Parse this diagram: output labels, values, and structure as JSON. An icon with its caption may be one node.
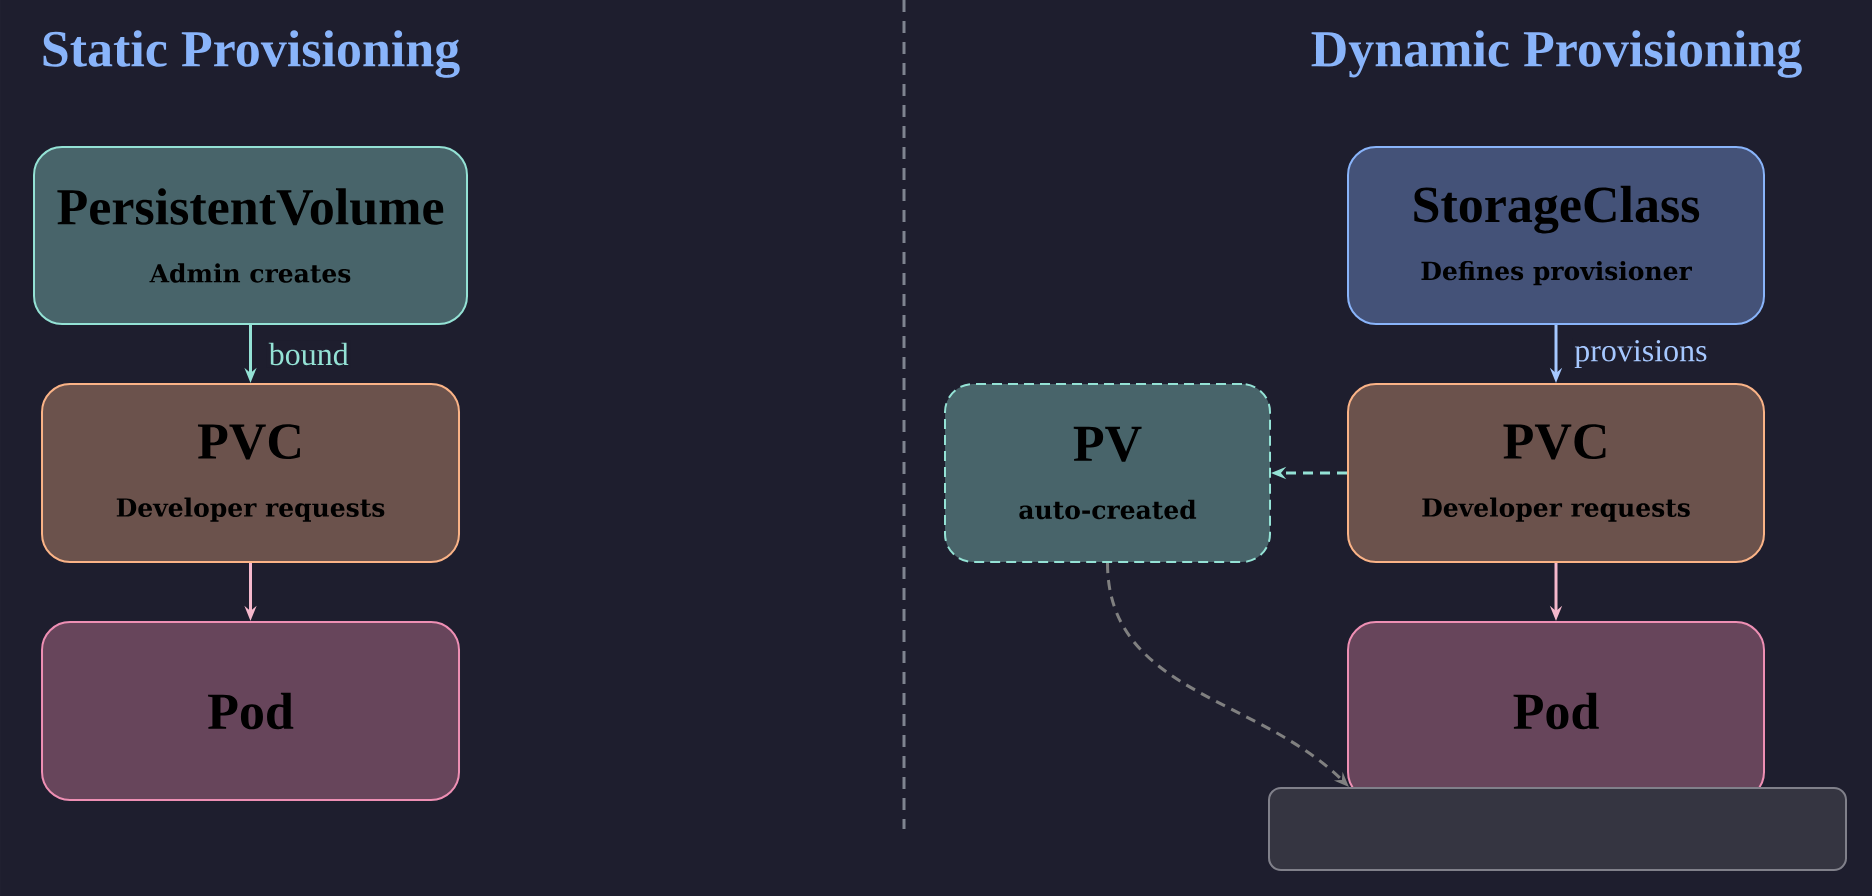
{
  "diagram": {
    "nodes": [
      {
        "text": [
          "PersistentVolume",
          "Admin creates"
        ]
      },
      {
        "text": [
          "PVC",
          "Developer requests"
        ]
      },
      {
        "text": [
          "Pod"
        ]
      },
      {
        "text": [
          "StorageClass",
          "Defines provisioner"
        ]
      },
      {
        "text": [
          "PV",
          "auto-created"
        ]
      },
      {
        "text": [
          "PVC",
          "Developer requests"
        ]
      },
      {
        "text": [
          "Pod"
        ]
      },
      {
        "text": [],
        "shape": "box"
      }
    ],
    "edges": [
      {
        "from": 0,
        "to": 1,
        "arrow": "to",
        "label": "bound",
        "color": "#94e2d5"
      },
      {
        "from": 1,
        "to": 2,
        "arrow": "to",
        "color": "#f5b8cc"
      },
      {
        "from": 3,
        "to": 5,
        "arrow": "to",
        "label": "provisions",
        "color": "#a6c8ff"
      },
      {
        "from": 5,
        "to": 4,
        "arrow": "to",
        "style": "dashed",
        "color": "#94e2d5"
      },
      {
        "from": 4,
        "to": 7,
        "arrow": "to",
        "style": "dashed",
        "color": "#808080"
      },
      {
        "from": 5,
        "to": 6,
        "arrow": "to",
        "color": "#f5b8cc"
      }
    ],
    "labels": [
      "Static Provisioning",
      "Dynamic Provisioning"
    ]
  }
}
